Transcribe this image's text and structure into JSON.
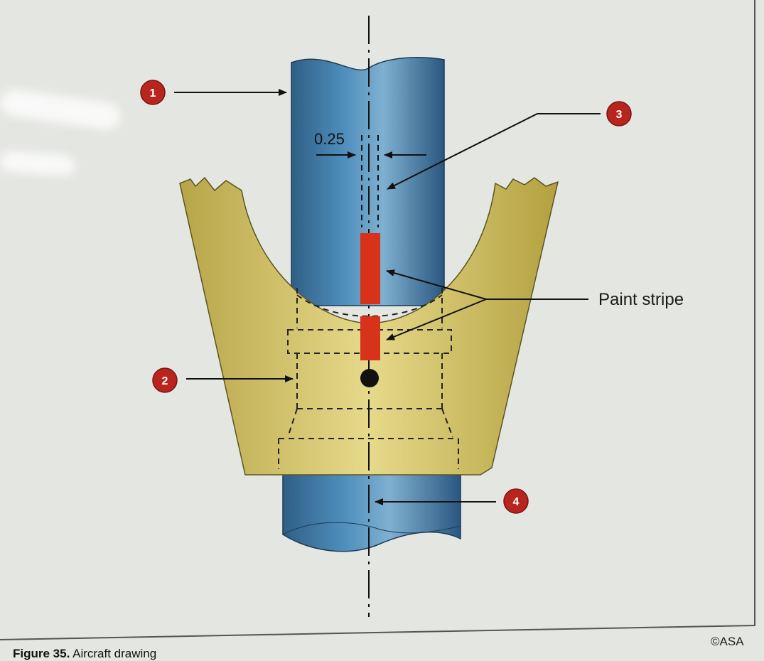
{
  "callouts": [
    {
      "number": "1"
    },
    {
      "number": "2"
    },
    {
      "number": "3"
    },
    {
      "number": "4"
    }
  ],
  "dimension_label": "0.25",
  "paint_stripe_label": "Paint stripe",
  "caption": {
    "number": "Figure 35.",
    "text": "Aircraft drawing"
  },
  "credit": "©ASA",
  "colors": {
    "tube": "#3c78a5",
    "fitting": "#c9b75c",
    "paint_stripe": "#d7321a",
    "callout_badge": "#b8241e"
  }
}
